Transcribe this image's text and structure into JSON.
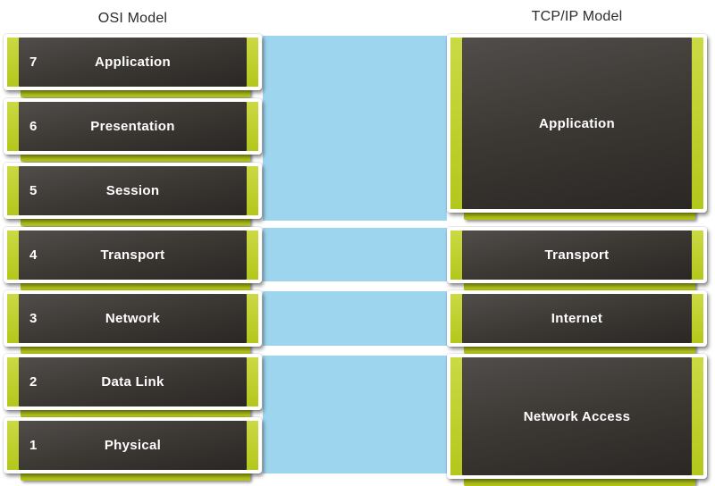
{
  "diagram": {
    "left_column_title": "OSI Model",
    "right_column_title": "TCP/IP Model",
    "osi_layers": [
      {
        "number": "7",
        "label": "Application"
      },
      {
        "number": "6",
        "label": "Presentation"
      },
      {
        "number": "5",
        "label": "Session"
      },
      {
        "number": "4",
        "label": "Transport"
      },
      {
        "number": "3",
        "label": "Network"
      },
      {
        "number": "2",
        "label": "Data Link"
      },
      {
        "number": "1",
        "label": "Physical"
      }
    ],
    "tcpip_layers": [
      {
        "label": "Application"
      },
      {
        "label": "Transport"
      },
      {
        "label": "Internet"
      },
      {
        "label": "Network Access"
      }
    ],
    "mappings": [
      {
        "osi_layers": [
          "7",
          "6",
          "5"
        ],
        "tcpip_layer": "Application"
      },
      {
        "osi_layers": [
          "4"
        ],
        "tcpip_layer": "Transport"
      },
      {
        "osi_layers": [
          "3"
        ],
        "tcpip_layer": "Internet"
      },
      {
        "osi_layers": [
          "2",
          "1"
        ],
        "tcpip_layer": "Network Access"
      }
    ],
    "colors": {
      "box_dark": "#3c3834",
      "accent_green": "#bfd02a",
      "band_blue": "#9dd4ee",
      "border_white": "#ffffff",
      "title_text": "#2b2b2b",
      "box_text": "#ffffff"
    }
  }
}
